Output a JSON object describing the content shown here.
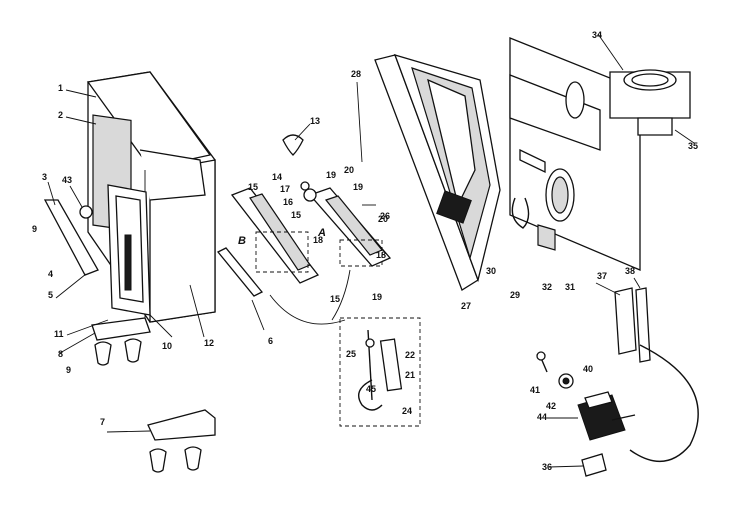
{
  "callouts": [
    "1",
    "2",
    "3",
    "43",
    "9",
    "4",
    "5",
    "11",
    "8",
    "9",
    "10",
    "12",
    "6",
    "7",
    "13",
    "14",
    "17",
    "16",
    "15",
    "15",
    "18",
    "15",
    "20",
    "19",
    "18",
    "20",
    "19",
    "19",
    "25",
    "22",
    "45",
    "21",
    "24",
    "26",
    "27",
    "30",
    "29",
    "32",
    "31",
    "28",
    "34",
    "35",
    "37",
    "38",
    "41",
    "40",
    "42",
    "44",
    "36"
  ],
  "letters": [
    "B",
    "A"
  ]
}
